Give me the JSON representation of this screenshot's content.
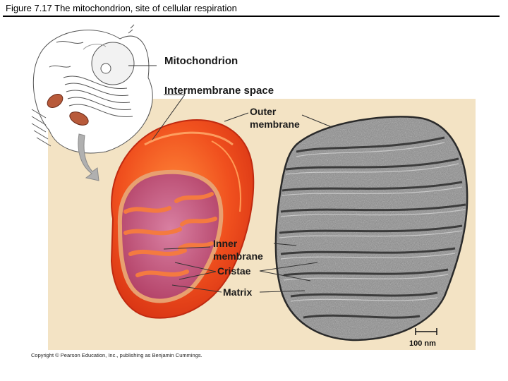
{
  "slide": {
    "title": "Figure 7.17  The mitochondrion, site of cellular respiration"
  },
  "labels": {
    "mitochondrion": "Mitochondrion",
    "intermembrane_space": "Intermembrane space",
    "outer_membrane_line1": "Outer",
    "outer_membrane_line2": "membrane",
    "inner_membrane_line1": "Inner",
    "inner_membrane_line2": "membrane",
    "cristae": "Cristae",
    "matrix": "Matrix"
  },
  "scale_bar": {
    "label": "100 nm"
  },
  "copyright": "Copyright © Pearson Education, Inc., publishing as Benjamin Cummings.",
  "colors": {
    "background_panel": "#f3e3c4",
    "outer_membrane": "#f0501e",
    "matrix": "#c24a6a",
    "em_micrograph": "#8a8a8a"
  }
}
